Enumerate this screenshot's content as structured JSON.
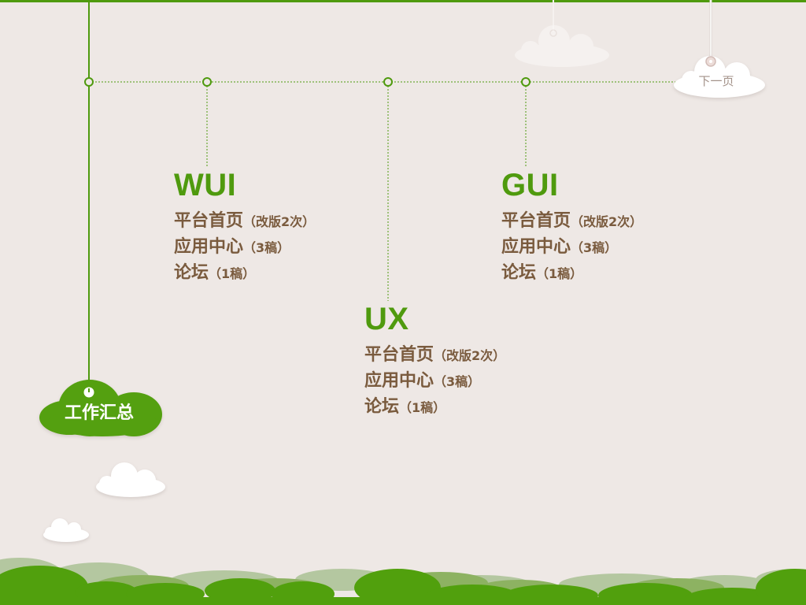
{
  "nav": {
    "next_label": "下一页"
  },
  "badge": {
    "label": "工作汇总"
  },
  "columns": [
    {
      "title": "WUI",
      "items": [
        {
          "name": "平台首页",
          "note": "（改版2次）"
        },
        {
          "name": "应用中心",
          "note": "（3稿）"
        },
        {
          "name": "论坛",
          "note": "（1稿）"
        }
      ]
    },
    {
      "title": "UX",
      "items": [
        {
          "name": "平台首页",
          "note": "（改版2次）"
        },
        {
          "name": "应用中心",
          "note": "（3稿）"
        },
        {
          "name": "论坛",
          "note": "（1稿）"
        }
      ]
    },
    {
      "title": "GUI",
      "items": [
        {
          "name": "平台首页",
          "note": "（改版2次）"
        },
        {
          "name": "应用中心",
          "note": "（3稿）"
        },
        {
          "name": "论坛",
          "note": "（1稿）"
        }
      ]
    }
  ],
  "icons": {
    "pin": "pin-icon",
    "hanger": "hanger-ring-icon"
  },
  "colors": {
    "accent": "#4f9a0e",
    "text": "#7a5b3e",
    "background": "#eee8e5",
    "hill_light": "#b4c7a0",
    "hill_mid": "#8db262",
    "hill_dark": "#51a00d"
  }
}
